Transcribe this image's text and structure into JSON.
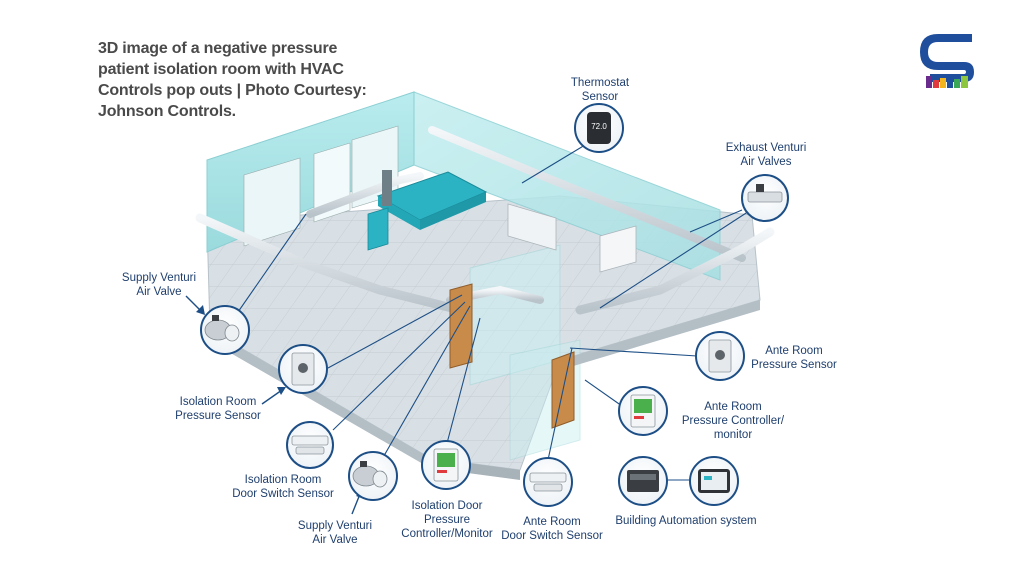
{
  "caption": {
    "line1": "3D image of a negative pressure",
    "line2": "patient isolation room with HVAC",
    "line3": "Controls pop outs | Photo Courtesy:",
    "line4": "Johnson Controls."
  },
  "thermostat_display": "72.0",
  "labels": {
    "thermostat": [
      "Thermostat",
      "Sensor"
    ],
    "exhaust_venturi": [
      "Exhaust Venturi",
      "Air Valves"
    ],
    "supply_venturi_left": [
      "Supply Venturi",
      "Air Valve"
    ],
    "isolation_room_pressure_sensor": [
      "Isolation Room",
      "Pressure Sensor"
    ],
    "isolation_room_door_switch": [
      "Isolation Room",
      "Door Switch Sensor"
    ],
    "supply_venturi_bottom": [
      "Supply Venturi",
      "Air Valve"
    ],
    "isolation_door_pressure": [
      "Isolation Door",
      "Pressure",
      "Controller/Monitor"
    ],
    "ante_room_door_switch": [
      "Ante Room",
      "Door Switch Sensor"
    ],
    "building_automation": [
      "Building Automation system"
    ],
    "ante_room_pressure_controller": [
      "Ante Room",
      "Pressure Controller/",
      "monitor"
    ],
    "ante_room_pressure_sensor": [
      "Ante Room",
      "Pressure Sensor"
    ]
  },
  "colors": {
    "label_text": "#1f3f6e",
    "caption_text": "#4a4a4a",
    "wall": "#a9e4e6",
    "floor": "#d6dde2",
    "leader": "#1d4f86",
    "bed": "#2bb3c4",
    "logo_blue": "#1f4e9c"
  },
  "icons": {
    "logo": "sa-logo",
    "thermostat": "thermostat-icon",
    "exhaust_valve": "exhaust-valve-icon",
    "supply_valve": "supply-valve-icon",
    "pressure_sensor": "pressure-sensor-icon",
    "door_switch": "door-switch-icon",
    "pressure_monitor": "pressure-monitor-icon",
    "controller": "controller-icon",
    "tablet": "tablet-icon"
  }
}
